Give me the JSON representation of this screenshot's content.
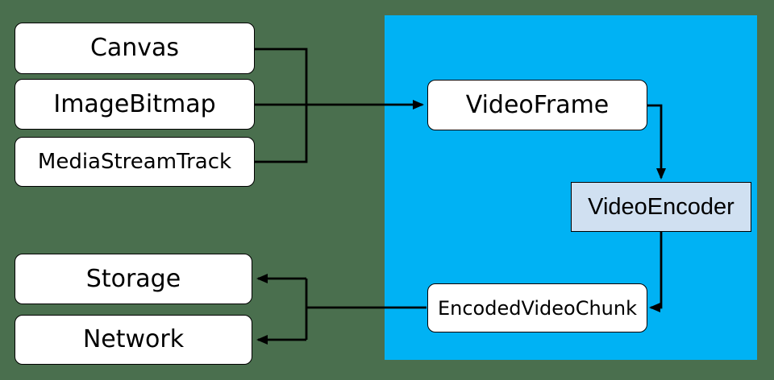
{
  "colors": {
    "background": "#4a6f4e",
    "highlight_region": "#00b2f4",
    "node_fill": "#ffffff",
    "encoder_fill": "#d0e0f1",
    "line": "#000000",
    "text": "#000000"
  },
  "nodes": {
    "canvas": {
      "label": "Canvas"
    },
    "image_bitmap": {
      "label": "ImageBitmap"
    },
    "media_stream_track": {
      "label": "MediaStreamTrack"
    },
    "video_frame": {
      "label": "VideoFrame"
    },
    "video_encoder": {
      "label": "VideoEncoder"
    },
    "encoded_video_chunk": {
      "label": "EncodedVideoChunk"
    },
    "storage": {
      "label": "Storage"
    },
    "network": {
      "label": "Network"
    }
  },
  "edges": [
    {
      "from": "Canvas",
      "to": "VideoFrame"
    },
    {
      "from": "ImageBitmap",
      "to": "VideoFrame"
    },
    {
      "from": "MediaStreamTrack",
      "to": "VideoFrame"
    },
    {
      "from": "VideoFrame",
      "to": "VideoEncoder"
    },
    {
      "from": "VideoEncoder",
      "to": "EncodedVideoChunk"
    },
    {
      "from": "EncodedVideoChunk",
      "to": "Storage"
    },
    {
      "from": "EncodedVideoChunk",
      "to": "Network"
    }
  ]
}
